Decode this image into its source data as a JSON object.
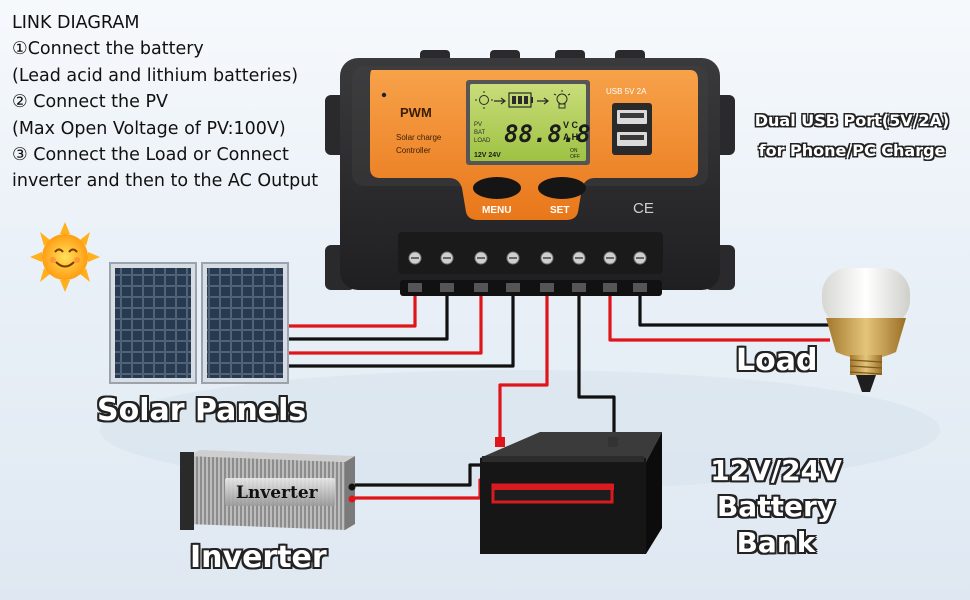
{
  "link_diagram": {
    "title": "LINK DIAGRAM",
    "steps": [
      "①Connect the battery",
      "(Lead acid and lithium batteries)",
      "② Connect the PV",
      "(Max Open Voltage of PV:100V)",
      "③ Connect the Load or Connect",
      "inverter and then to the AC Output"
    ]
  },
  "controller": {
    "brand": "PWM",
    "subtitle_line1": "Solar charge",
    "subtitle_line2": "Controller",
    "usb_label": "USB 5V 2A",
    "menu_label": "MENU",
    "set_label": "SET",
    "ce_mark": "CE",
    "lcd": {
      "pv": "PV",
      "bat": "BAT",
      "load": "LOAD",
      "digits": "88.8.8",
      "units_top": "V C",
      "units_bottom": "A H",
      "voltage": "12V 24V",
      "on": "ON",
      "off": "OFF"
    }
  },
  "callouts": {
    "usb_line1": "Dual USB Port(5V/2A)",
    "usb_line2": "for Phone/PC Charge",
    "load": "Load",
    "solar_panels": "Solar Panels",
    "inverter": "Inverter",
    "battery_line1": "12V/24V",
    "battery_line2": "Battery Bank",
    "inverter_brand": "Lnverter"
  },
  "colors": {
    "orange": "#f08a24",
    "wire_red": "#e0151a",
    "wire_black": "#111111",
    "controller_body": "#2e2e30"
  },
  "icons": [
    "sun-icon",
    "bulb-icon",
    "lcd-sun-icon",
    "lcd-battery-icon",
    "lcd-bulb-icon"
  ]
}
